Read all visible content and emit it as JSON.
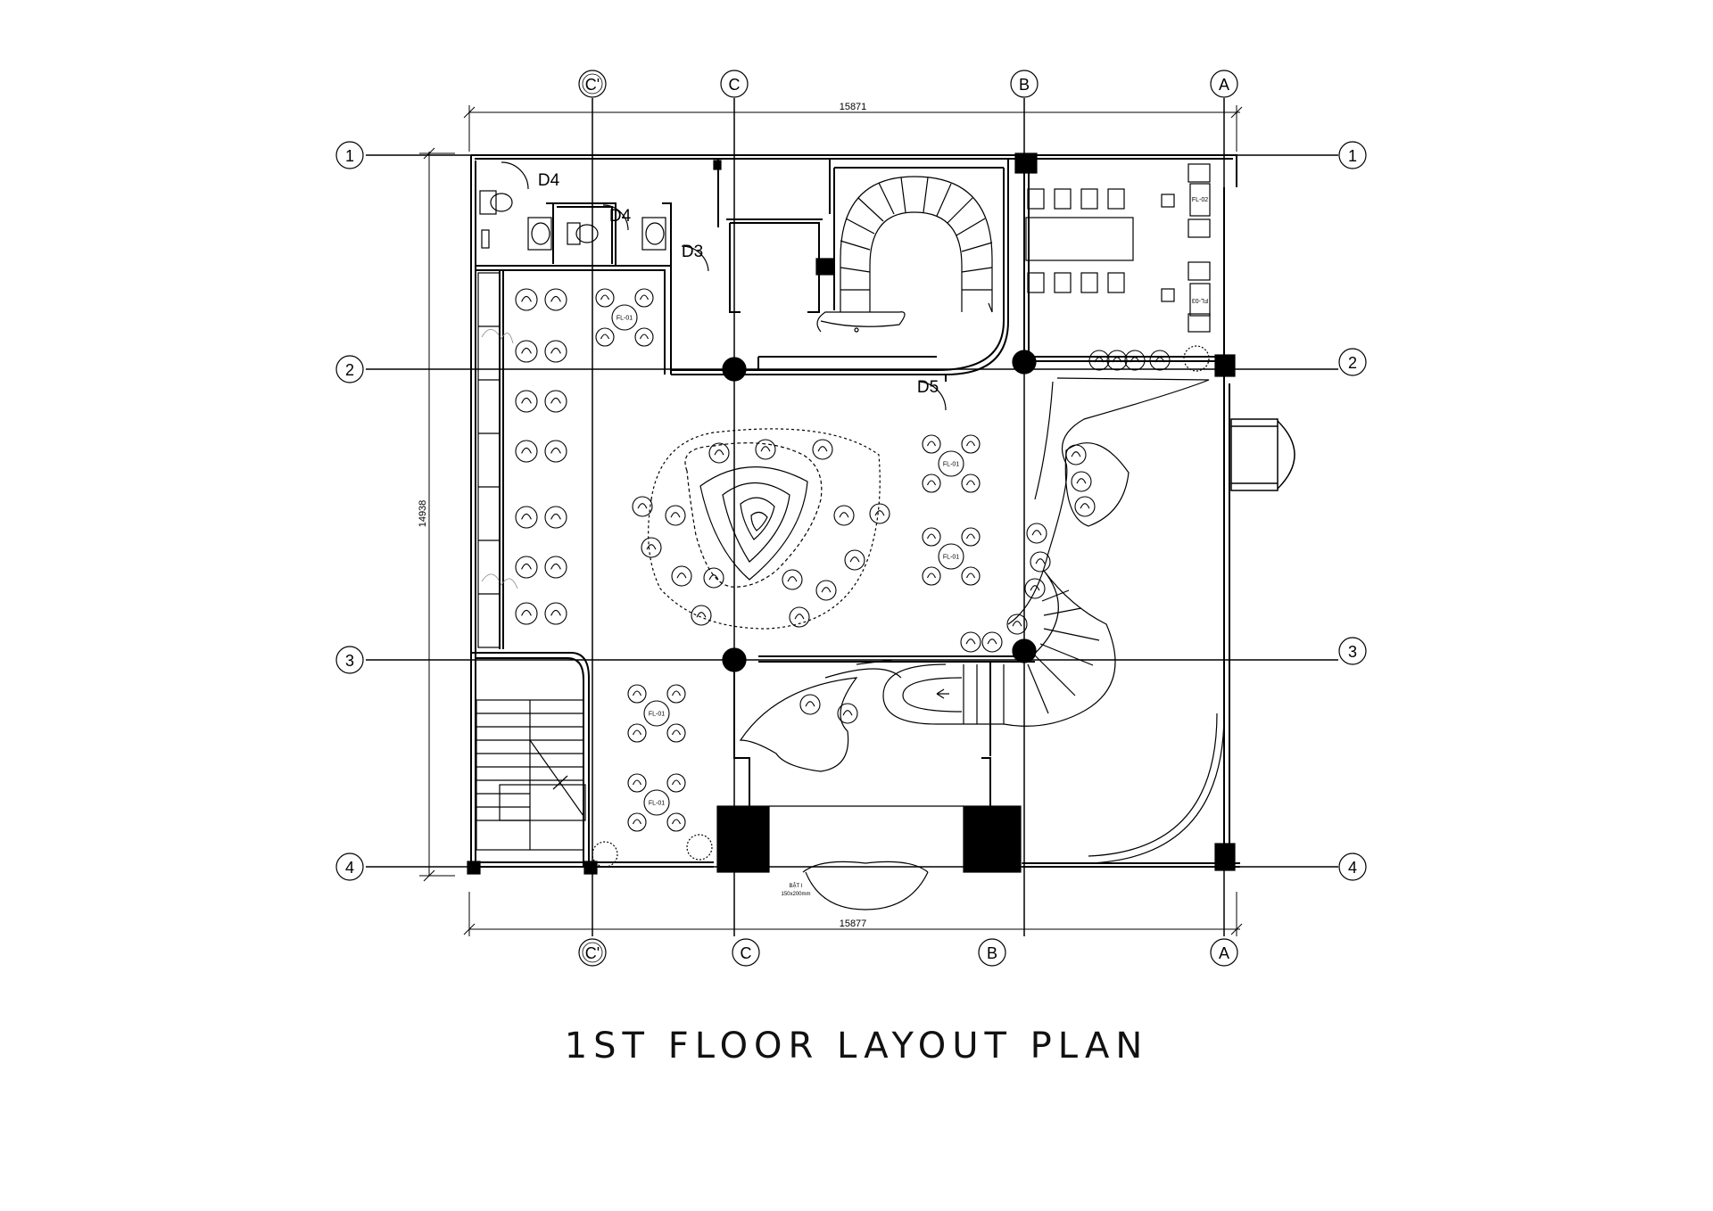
{
  "title": "1ST FLOOR LAYOUT PLAN",
  "grid": {
    "top": [
      "C'",
      "C",
      "B",
      "A"
    ],
    "bottom": [
      "C'",
      "C",
      "B",
      "A"
    ],
    "left": [
      "1",
      "2",
      "3",
      "4"
    ],
    "right": [
      "1",
      "2",
      "3",
      "4"
    ]
  },
  "dimensions": {
    "top": "15871",
    "bottom": "15877",
    "left": "14938"
  },
  "doors": [
    "D4",
    "D4",
    "D3",
    "D5"
  ],
  "table_tags": {
    "fl01": "FL-01",
    "fl02": "FL-02",
    "fl03": "FL-03"
  },
  "notes": {
    "entrance_label": "BẬT I",
    "entrance_size": "150x200mm"
  },
  "colors": {
    "line": "#000000",
    "background": "#ffffff"
  }
}
